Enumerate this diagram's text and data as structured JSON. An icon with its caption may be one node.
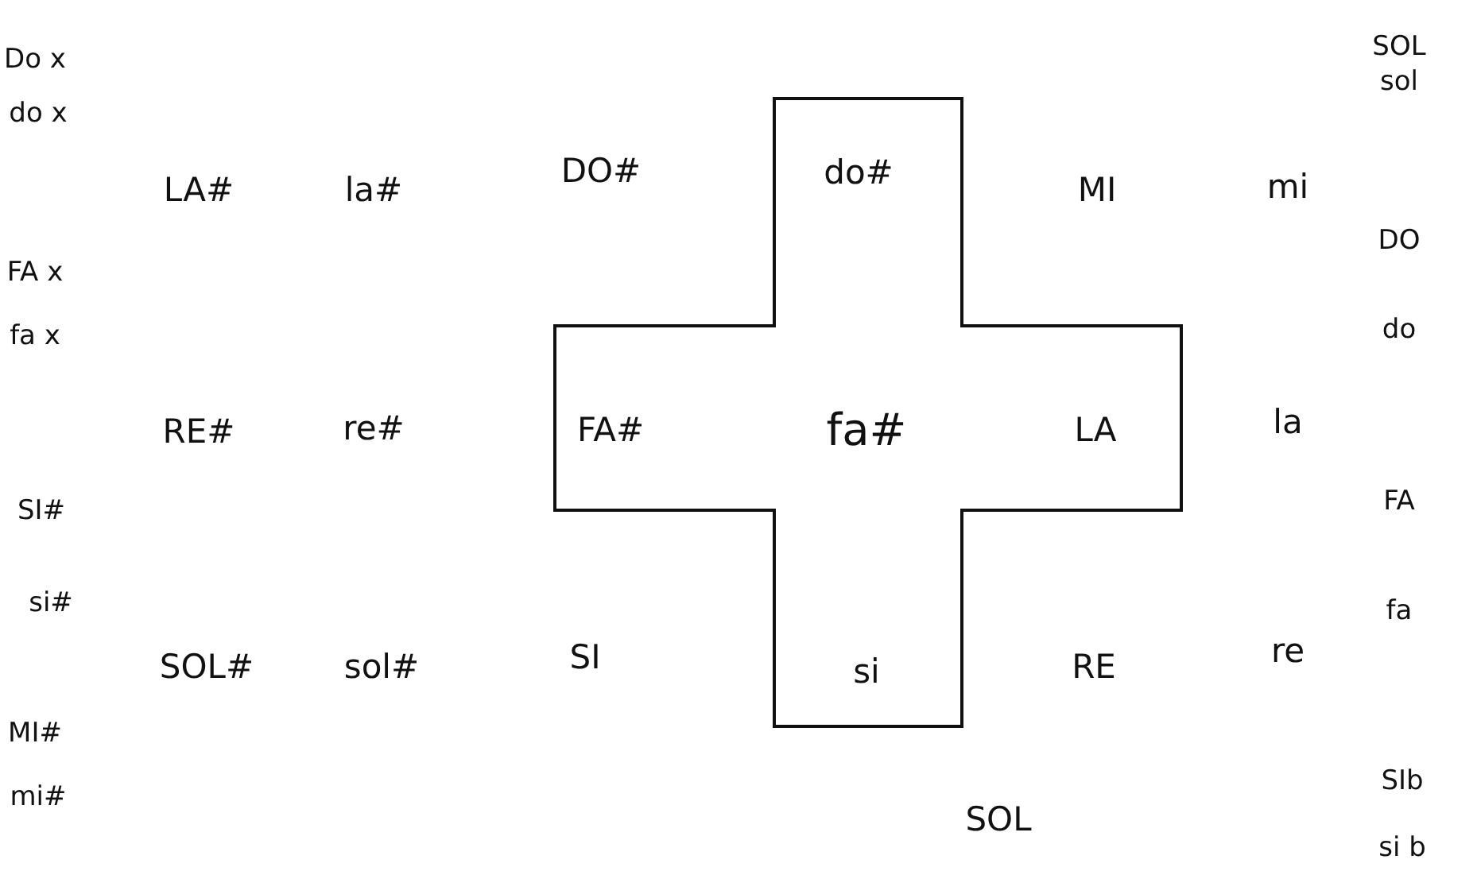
{
  "diagram": {
    "nodes": [
      {
        "text": [
          "do#",
          "FA#",
          "fa#",
          "LA",
          "si"
        ]
      }
    ],
    "labels": [
      "Do x",
      "SOL",
      "sol",
      "do x",
      "LA#",
      "la#",
      "DO#",
      "MI",
      "mi",
      "DO",
      "FA x",
      "fa x",
      "do",
      "RE#",
      "re#",
      "la",
      "FA",
      "SI#",
      "si#",
      "fa",
      "SOL#",
      "sol#",
      "SI",
      "RE",
      "re",
      "MI#",
      "mi#",
      "SIb",
      "SOL",
      "si b"
    ]
  }
}
